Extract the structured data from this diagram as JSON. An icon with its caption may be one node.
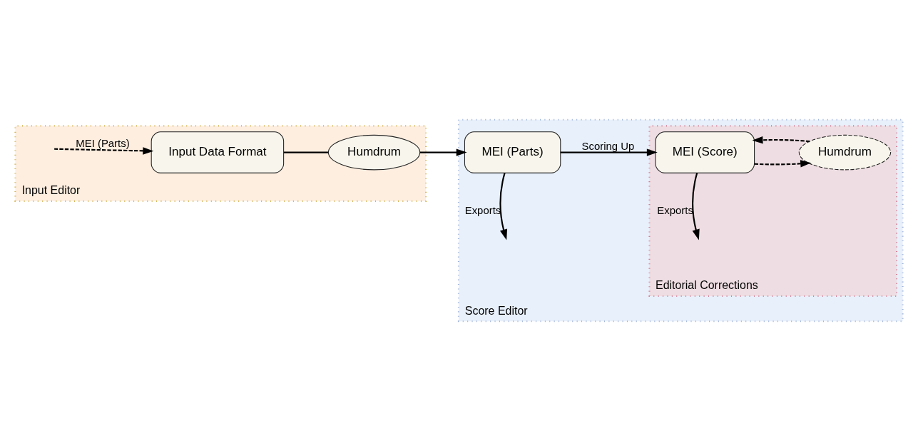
{
  "diagram": {
    "nodes": [
      {
        "text": [
          "Input Editor"
        ]
      },
      {
        "text": [
          "Input Data Format"
        ],
        "in": 0
      },
      {
        "text": [
          "Humdrum"
        ],
        "in": 0
      },
      {
        "text": [
          "Score Editor"
        ]
      },
      {
        "text": [
          "MEI (Parts)"
        ],
        "in": 3
      },
      {
        "text": [
          "Editorial Corrections"
        ],
        "in": 3
      },
      {
        "text": [
          "MEI (Score)"
        ],
        "in": 5
      },
      {
        "text": [
          "Humdrum"
        ],
        "in": 5
      }
    ],
    "edges": [
      {
        "from": null,
        "to": 1,
        "arrow": "to",
        "label": "MEI (Parts)",
        "style": "dashed"
      },
      {
        "from": 1,
        "to": 2,
        "arrow": "none"
      },
      {
        "from": 2,
        "to": 4,
        "arrow": "to"
      },
      {
        "from": 4,
        "to": 6,
        "arrow": "to",
        "label": "Scoring Up"
      },
      {
        "from": 4,
        "to": null,
        "arrow": "to",
        "label": "Exports"
      },
      {
        "from": 6,
        "to": 7,
        "arrow": "to",
        "style": "dashed"
      },
      {
        "from": 7,
        "to": 6,
        "arrow": "to",
        "style": "dashed"
      },
      {
        "from": 6,
        "to": null,
        "arrow": "to",
        "label": "Exports"
      }
    ]
  }
}
